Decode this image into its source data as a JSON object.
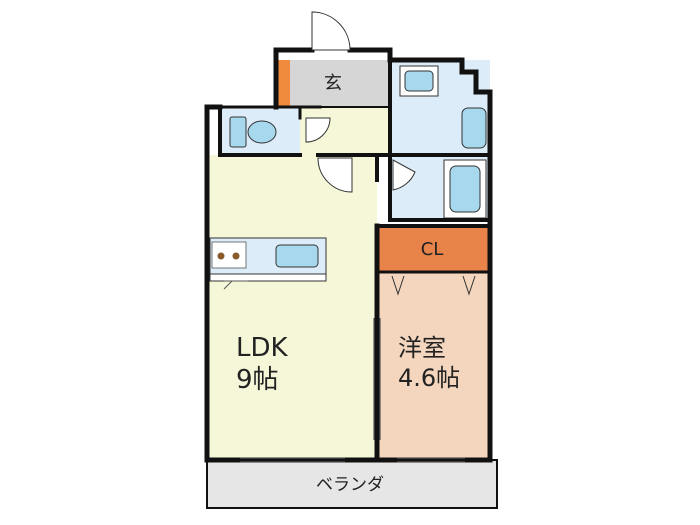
{
  "rooms": {
    "entrance": {
      "label": "玄"
    },
    "ldk": {
      "label": "LDK",
      "size": "9帖"
    },
    "western": {
      "label": "洋室",
      "size": "4.6帖"
    },
    "closet": {
      "label": "CL"
    },
    "balcony": {
      "label": "ベランダ"
    }
  },
  "colors": {
    "ldk": "#f6f7d8",
    "western": "#f3d6bd",
    "closet": "#e8834a",
    "wet": "#dcecf8",
    "fixture": "#a8d8ee",
    "entrance_floor": "#d6d6d6",
    "balcony": "#e6e6e6",
    "wall": "#111111",
    "door_accent": "#f08a3c"
  },
  "icons": [
    "door-swing-icon",
    "toilet-icon",
    "washbasin-icon",
    "bathtub-icon",
    "kitchen-sink-icon",
    "stove-icon"
  ]
}
